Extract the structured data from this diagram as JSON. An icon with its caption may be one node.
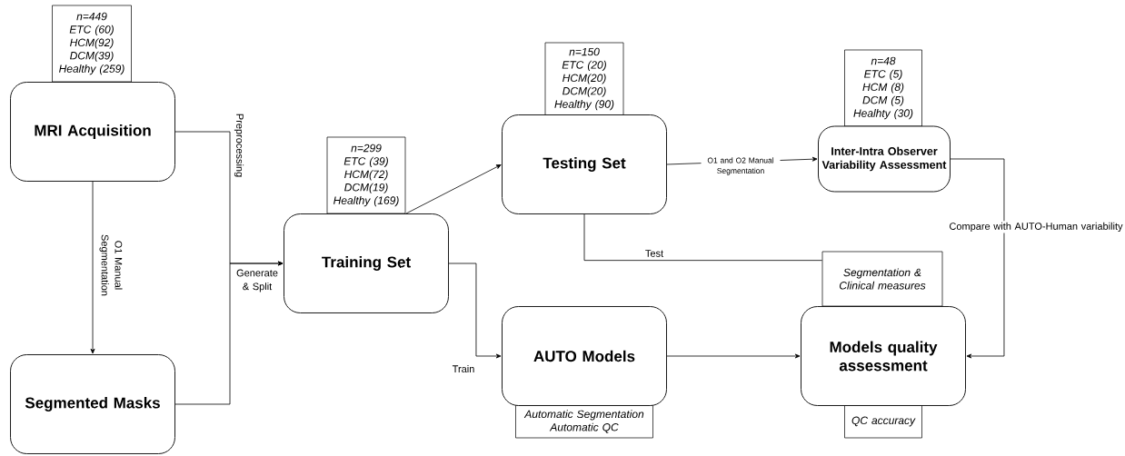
{
  "diagram": {
    "nodes": [
      {
        "text": [
          "n=449",
          "ETC (60)",
          "HCM(92)",
          "DCM(39)",
          "Healthy (259)"
        ]
      },
      {
        "text": [
          "MRI Acquisition"
        ]
      },
      {
        "text": [
          "Segmented Masks"
        ]
      },
      {
        "text": [
          "n=299",
          "ETC (39)",
          "HCM(72)",
          "DCM(19)",
          "Healthy (169)"
        ]
      },
      {
        "text": [
          "Training Set"
        ]
      },
      {
        "text": [
          "n=150",
          "ETC (20)",
          "HCM(20)",
          "DCM(20)",
          "Healthy (90)"
        ]
      },
      {
        "text": [
          "Testing Set"
        ]
      },
      {
        "text": [
          "n=48",
          "ETC (5)",
          "HCM (8)",
          "DCM (5)",
          "Healhty (30)"
        ]
      },
      {
        "text": [
          "Inter-Intra Observer Variability Assessment"
        ]
      },
      {
        "text": [
          "AUTO Models"
        ]
      },
      {
        "text": [
          "Automatic Segmentation",
          "Automatic QC"
        ]
      },
      {
        "text": [
          "Segmentation & Clinical measures"
        ]
      },
      {
        "text": [
          "Models quality assessment"
        ]
      },
      {
        "text": [
          "QC accuracy"
        ]
      }
    ],
    "edges": [
      {
        "from": 1,
        "to": 2,
        "arrow": "to",
        "label": "O1 Manual Segmentation"
      },
      {
        "from": 1,
        "to": 4,
        "arrow": "to",
        "label": "Preprocessing"
      },
      {
        "from": 2,
        "to": 4,
        "arrow": "to",
        "label": "Generate & Split"
      },
      {
        "from": 4,
        "to": 6,
        "arrow": "to"
      },
      {
        "from": 4,
        "to": 9,
        "arrow": "to",
        "label": "Train"
      },
      {
        "from": 6,
        "to": 8,
        "arrow": "to",
        "label": "O1 and O2 Manual Segmentation"
      },
      {
        "from": 6,
        "to": 11,
        "arrow": "none",
        "label": "Test"
      },
      {
        "from": 9,
        "to": 12,
        "arrow": "to"
      },
      {
        "from": 8,
        "to": 12,
        "arrow": "to",
        "label": "Compare with AUTO-Human variability"
      }
    ]
  }
}
